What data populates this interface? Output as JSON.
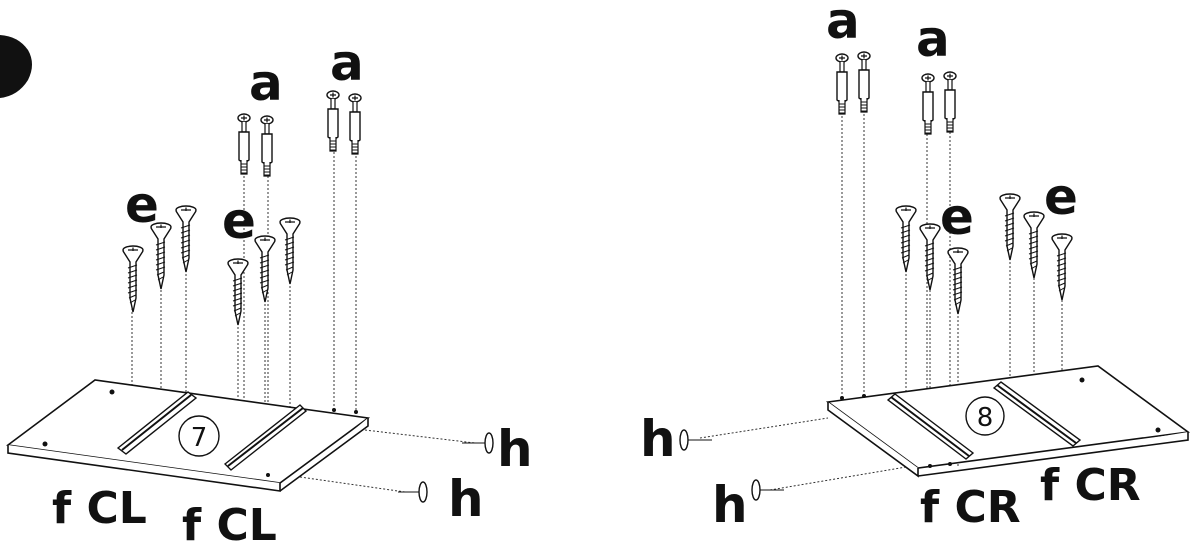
{
  "steps": [
    {
      "number": "7",
      "labels": {
        "a1": "a",
        "a2": "a",
        "e1": "e",
        "e2": "e",
        "h1": "h",
        "h2": "h",
        "f1": "f CL",
        "f2": "f CL"
      }
    },
    {
      "number": "8",
      "labels": {
        "a1": "a",
        "a2": "a",
        "e1": "e",
        "e2": "e",
        "h1": "h",
        "h2": "h",
        "f1": "f CR",
        "f2": "f CR"
      }
    }
  ],
  "icons": {
    "step_badge": "black-step-tab-icon",
    "cam_bolt": "cam-bolt-icon",
    "screw": "screw-icon",
    "nail": "nail-icon",
    "rail": "drawer-rail-icon"
  }
}
